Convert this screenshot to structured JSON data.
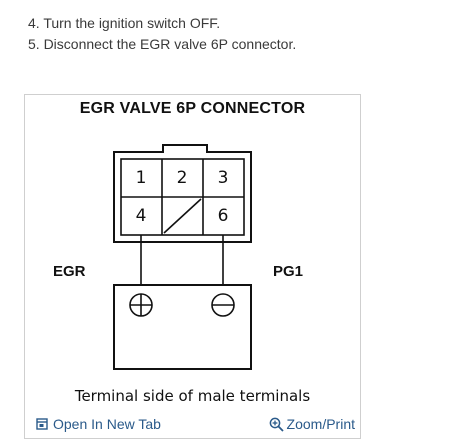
{
  "steps": [
    "4. Turn the ignition switch OFF.",
    "5. Disconnect the EGR valve 6P connector."
  ],
  "figure": {
    "title": "EGR VALVE 6P CONNECTOR",
    "left_label": "EGR",
    "right_label": "PG1",
    "pins_top": [
      "1",
      "2",
      "3"
    ],
    "pins_bottom": [
      "4",
      "6"
    ],
    "positive_symbol": "+",
    "negative_symbol": "−",
    "caption": "Terminal side of male terminals"
  },
  "footer": {
    "open_tab_label": "Open In New Tab",
    "zoom_print_label": "Zoom/Print",
    "open_tab_icon": "open-new-tab-icon",
    "zoom_icon": "magnifier-plus-icon"
  },
  "colors": {
    "link": "#2a5a8a",
    "border": "#cfcfcf"
  }
}
